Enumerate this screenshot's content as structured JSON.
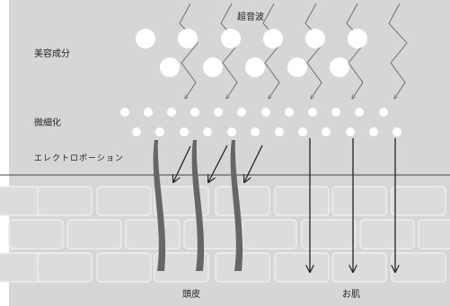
{
  "diagram": {
    "title": "超音波",
    "stages": {
      "ingredients": "美容成分",
      "micronized": "微細化",
      "electroporation": "エレクトロポーション"
    },
    "bottom_labels": {
      "scalp": "頭皮",
      "skin": "お肌"
    },
    "colors": {
      "background": "#d6d6d6",
      "cell_fill": "#dcdcdc",
      "cell_stroke": "#eeeeee",
      "hair": "#666666",
      "line": "#333333"
    }
  }
}
